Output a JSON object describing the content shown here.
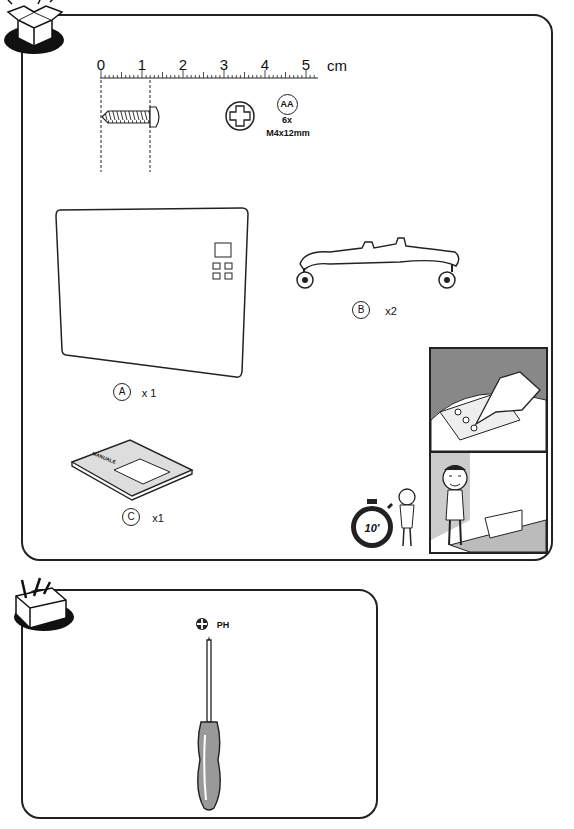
{
  "diagram": {
    "nodes": [
      {
        "text": [
          "AA"
        ]
      },
      {
        "text": [
          "A"
        ]
      },
      {
        "text": [
          "B"
        ]
      },
      {
        "text": [
          "C"
        ]
      }
    ],
    "labels": [
      "0",
      "1",
      "2",
      "3",
      "4",
      "5",
      "cm",
      "6x",
      "M4x12mm",
      "x 1",
      "x2",
      "x1",
      "MANUALE",
      "10'",
      "PH"
    ]
  }
}
